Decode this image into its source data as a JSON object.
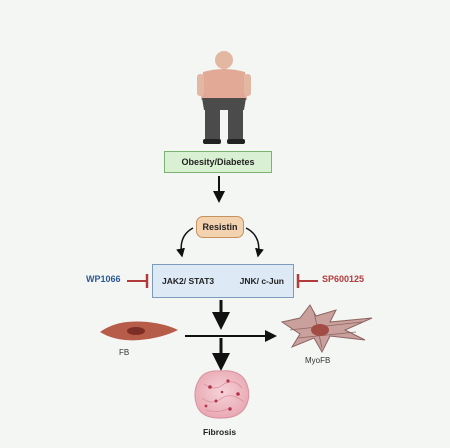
{
  "nodes": {
    "condition": "Obesity/Diabetes",
    "mediator": "Resistin",
    "pathway_left": "JAK2/ STAT3",
    "pathway_right": "JNK/ c-Jun",
    "inhibitor_left": "WP1066",
    "inhibitor_right": "SP600125",
    "cell_left": "FB",
    "cell_right": "MyoFB",
    "outcome": "Fibrosis"
  },
  "colors": {
    "background": "#f4f6f4",
    "condition_box": "#d9f0d3",
    "condition_border": "#7cb36f",
    "mediator_box": "#f3d2b0",
    "mediator_border": "#c7915f",
    "pathway_box": "#dde9f5",
    "pathway_border": "#7d9bbd",
    "inhibitor_left": "#2c5a96",
    "inhibitor_right": "#b23a3a",
    "inhibit_bar": "#b23a3a"
  },
  "icons": [
    "person-icon",
    "fibroblast-icon",
    "myofibroblast-icon",
    "fibrotic-tissue-icon"
  ]
}
